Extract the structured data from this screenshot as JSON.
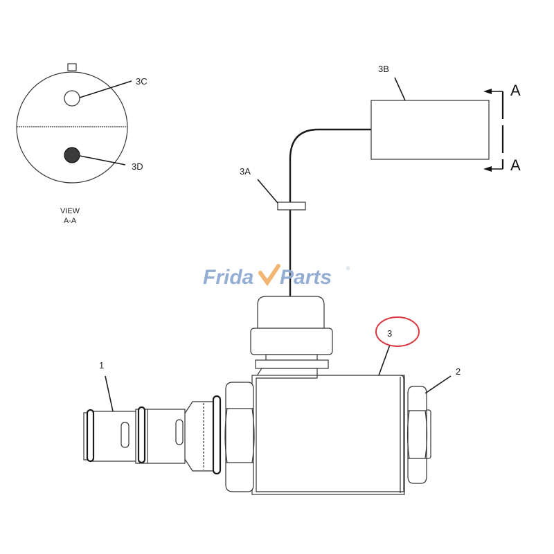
{
  "view_section": {
    "title_line1": "VIEW",
    "title_line2": "A-A",
    "labels": {
      "c": "3C",
      "d": "3D"
    }
  },
  "connector": {
    "label": "3B",
    "section_marker_top": "A",
    "section_marker_bottom": "A"
  },
  "wire_clip": {
    "label": "3A"
  },
  "parts": {
    "cartridge": {
      "label": "1"
    },
    "nut": {
      "label": "2"
    },
    "coil": {
      "label": "3",
      "highlight_color": "#d9363e"
    }
  },
  "watermark": {
    "text_left": "Frida",
    "text_right": "Parts",
    "registered": "®",
    "color": "#8fa9d1",
    "check_color": "#f2b36b"
  }
}
